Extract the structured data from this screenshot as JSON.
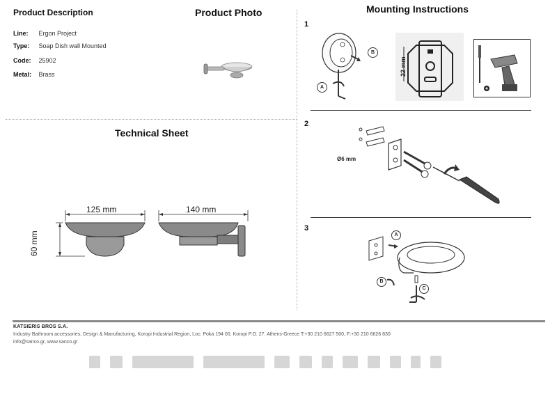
{
  "headings": {
    "product_description": "Product Description",
    "product_photo": "Product Photo",
    "technical_sheet": "Technical Sheet",
    "mounting_instructions": "Mounting Instructions"
  },
  "specs": [
    {
      "label": "Line:",
      "value": "Ergon Project"
    },
    {
      "label": "Type:",
      "value": "Soap Dish wall Mounted"
    },
    {
      "label": "Code:",
      "value": "25902"
    },
    {
      "label": "Metal:",
      "value": "Brass"
    }
  ],
  "technical": {
    "width_front": "125 mm",
    "width_side": "140 mm",
    "height": "60 mm"
  },
  "steps": {
    "s1": "1",
    "s2": "2",
    "s3": "3",
    "step1_dim": "22 mm",
    "step1_label_a": "A",
    "step1_label_b": "B",
    "step2_dim": "Ø6 mm",
    "step3_label_a": "A",
    "step3_label_b": "B",
    "step3_label_c": "C"
  },
  "footer": {
    "company": "KATSIERIS BROS S.A.",
    "address": "Industry Bathroom accessories, Design & Manufacturing, Koropi Industrial Region, Loc: Poka 194 00, Koropi P.O. 27. Athens-Greece   T:+30 210 6627 500, F:+30 210 6626 830",
    "web": "info@sanco.gr, www.sanco.gr"
  },
  "colors": {
    "divider": "#888888",
    "drawing": "#333333"
  }
}
